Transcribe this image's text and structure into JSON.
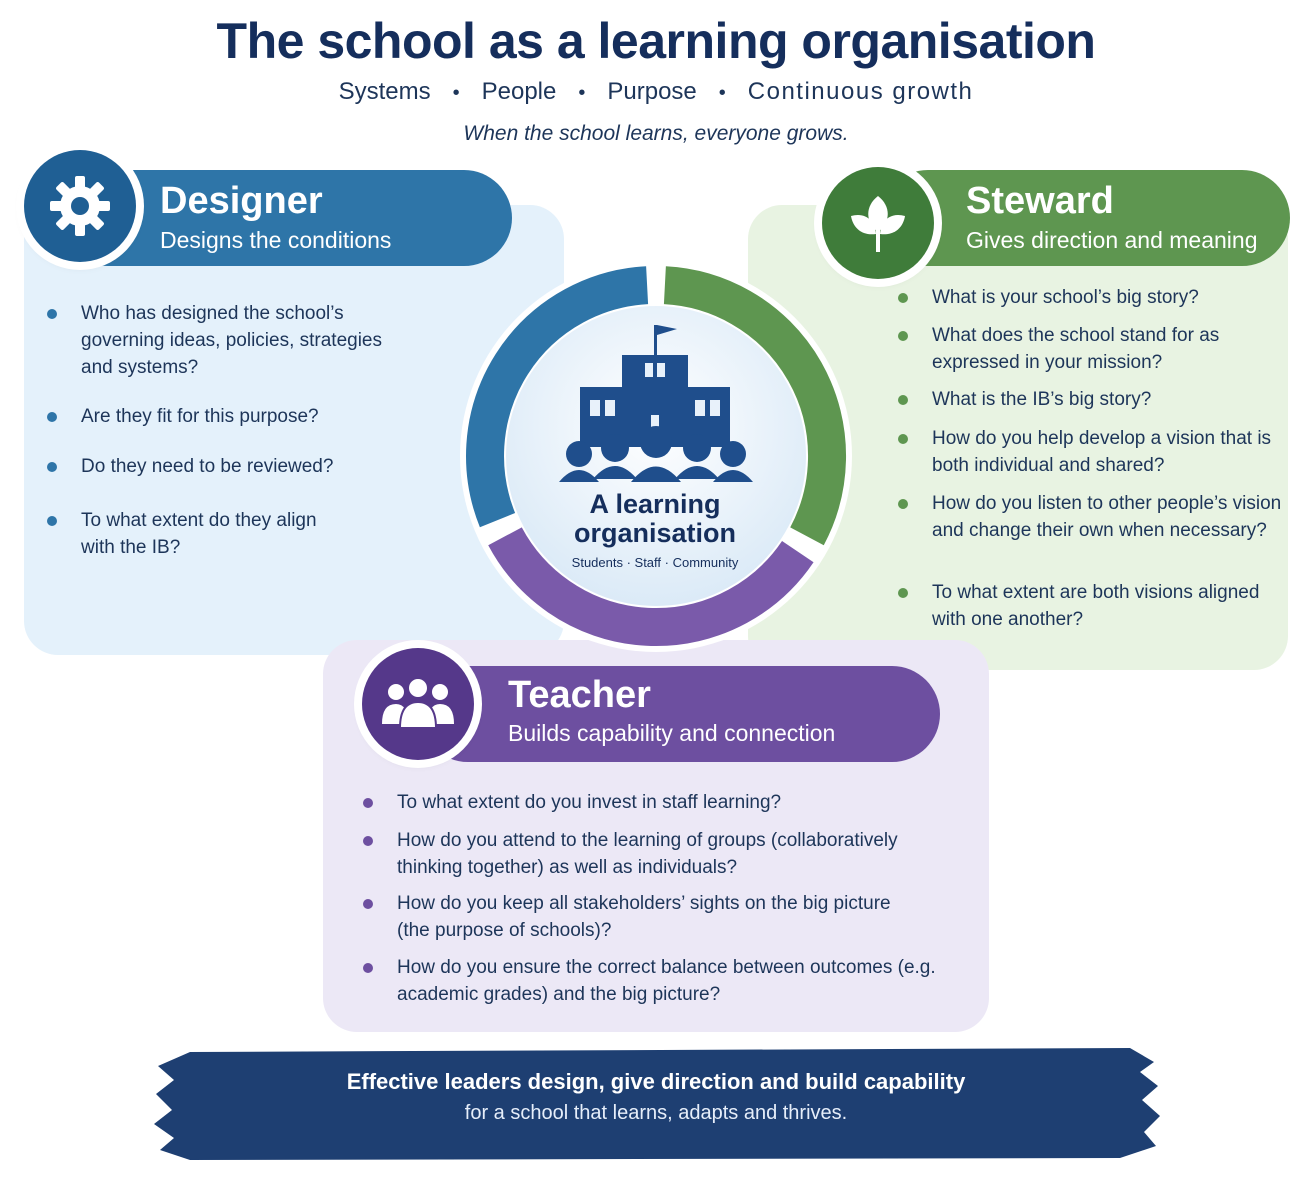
{
  "title": "The school as a learning organisation",
  "subtitle": [
    "Systems",
    "People",
    "Purpose",
    "Continuous growth"
  ],
  "subtitle_separator": "•",
  "tagline": "When the school learns, everyone grows.",
  "center": {
    "title": "A learning organisation",
    "subtitle": "Students · Staff · Community",
    "icon": "school-with-people-icon"
  },
  "colors": {
    "navy": "#152e5c",
    "designer": "#2e75a8",
    "steward": "#5e9650",
    "teacher": "#6d4fa0"
  },
  "roles": {
    "designer": {
      "name": "Designer",
      "subtitle": "Designs the conditions",
      "icon": "gear-icon",
      "questions": [
        "Who has designed the school’s governing ideas, policies, strategies and systems?",
        "Are they fit for this purpose?",
        "Do they need to be reviewed?",
        "To what extent do they align with the IB?"
      ]
    },
    "steward": {
      "name": "Steward",
      "subtitle": "Gives direction and meaning",
      "icon": "sprout-icon",
      "questions": [
        "What is your school’s big story?",
        "What does the school stand for as expressed in your mission?",
        "What is the IB’s big story?",
        "How do you help develop a vision that is both individual and shared?",
        "How do you listen to other people’s vision and change their own when necessary?",
        "To what extent are both visions aligned with one another?"
      ]
    },
    "teacher": {
      "name": "Teacher",
      "subtitle": "Builds capability and connection",
      "icon": "people-group-icon",
      "questions": [
        "To what extent do you invest in staff learning?",
        "How do you attend to the learning of groups (collaboratively thinking together) as well as individuals?",
        "How do you keep all stakeholders’ sights on the big picture (the purpose of schools)?",
        "How do you ensure the correct balance between outcomes (e.g. academic grades) and the big picture?"
      ]
    }
  },
  "footer": {
    "main": "Effective leaders design, give direction and build capability",
    "sub": "for a school that learns, adapts and thrives."
  }
}
